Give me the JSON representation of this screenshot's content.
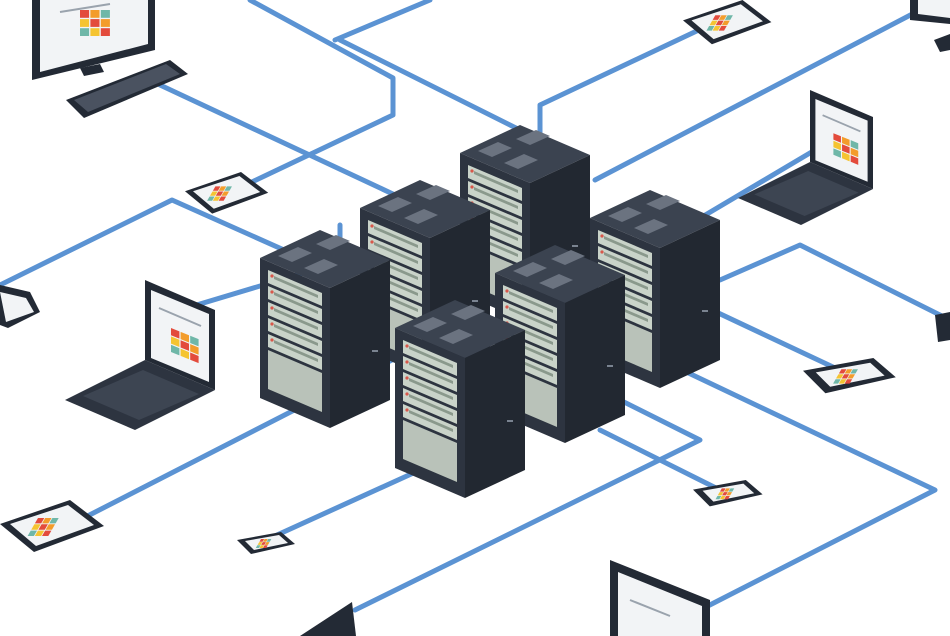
{
  "diagram": {
    "subject": "server-farm-network",
    "colors": {
      "background": "#ffffff",
      "cable": "#5b93d3",
      "server_dark": "#2d3440",
      "server_side": "#222831",
      "server_top": "#3b4350",
      "bay_light": "#c9d3c9",
      "bay_slot": "#8a998c",
      "led": "#d8574a",
      "device_frame": "#232a35",
      "screen": "#f2f4f6",
      "tile_red": "#e34b3c",
      "tile_orange": "#f39c2b",
      "tile_yellow": "#f5c431",
      "tile_teal": "#6fb7a8"
    },
    "servers": [
      "server-rack",
      "server-rack",
      "server-rack",
      "server-rack",
      "server-rack",
      "server-rack"
    ],
    "devices": {
      "desktops": [
        "desktop-monitor",
        "desktop-monitor"
      ],
      "laptops": [
        "laptop",
        "laptop",
        "laptop",
        "laptop"
      ],
      "tablets": [
        "tablet",
        "tablet",
        "tablet",
        "tablet"
      ],
      "phones": [
        "phone",
        "phone",
        "phone",
        "phone",
        "phone",
        "phone"
      ]
    }
  }
}
